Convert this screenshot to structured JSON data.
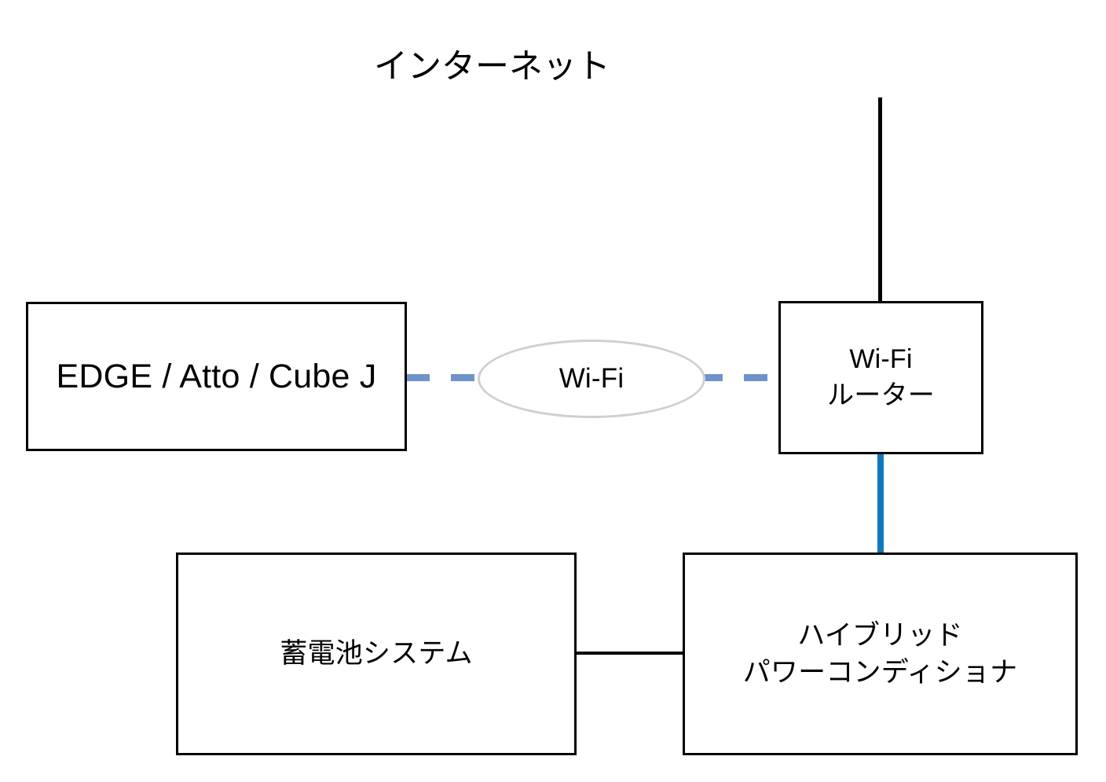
{
  "diagram": {
    "title_text": "インターネット",
    "nodes": {
      "edge_device": {
        "label": "EDGE / Atto / Cube J"
      },
      "wifi_cloud": {
        "label": "Wi-Fi"
      },
      "wifi_router": {
        "label": "Wi-Fi\nルーター"
      },
      "battery_system": {
        "label": "蓄電池システム"
      },
      "power_conditioner": {
        "label": "ハイブリッド\nパワーコンディショナ"
      }
    },
    "connections": {
      "internet_to_router": {
        "style": "solid",
        "color": "#000000"
      },
      "edge_to_wifi": {
        "style": "dashed",
        "color": "#6f93c9"
      },
      "wifi_to_router": {
        "style": "dashed",
        "color": "#6f93c9"
      },
      "router_to_power_conditioner": {
        "style": "solid-thick",
        "color": "#1178bd"
      },
      "battery_to_power_conditioner": {
        "style": "solid",
        "color": "#000000"
      }
    },
    "colors": {
      "background": "#ffffff",
      "box_border": "#000000",
      "cloud_border": "#cfcfcf",
      "link_blue": "#1178bd",
      "link_blue_dashed": "#6f93c9",
      "text": "#000000"
    }
  }
}
